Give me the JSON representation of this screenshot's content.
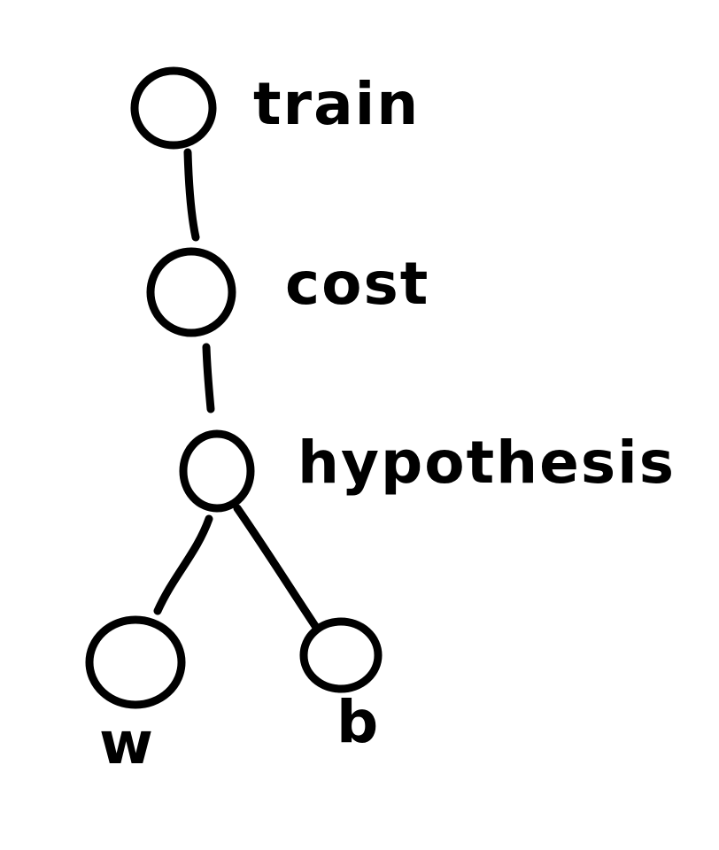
{
  "diagram": {
    "nodes": [
      {
        "id": "train",
        "label": "train"
      },
      {
        "id": "cost",
        "label": "cost"
      },
      {
        "id": "hypothesis",
        "label": "hypothesis"
      },
      {
        "id": "w",
        "label": "w"
      },
      {
        "id": "b",
        "label": "b"
      }
    ],
    "edges": [
      {
        "from": "train",
        "to": "cost"
      },
      {
        "from": "cost",
        "to": "hypothesis"
      },
      {
        "from": "hypothesis",
        "to": "w"
      },
      {
        "from": "hypothesis",
        "to": "b"
      }
    ],
    "colors": {
      "stroke": "#000000",
      "background": "#ffffff"
    }
  }
}
